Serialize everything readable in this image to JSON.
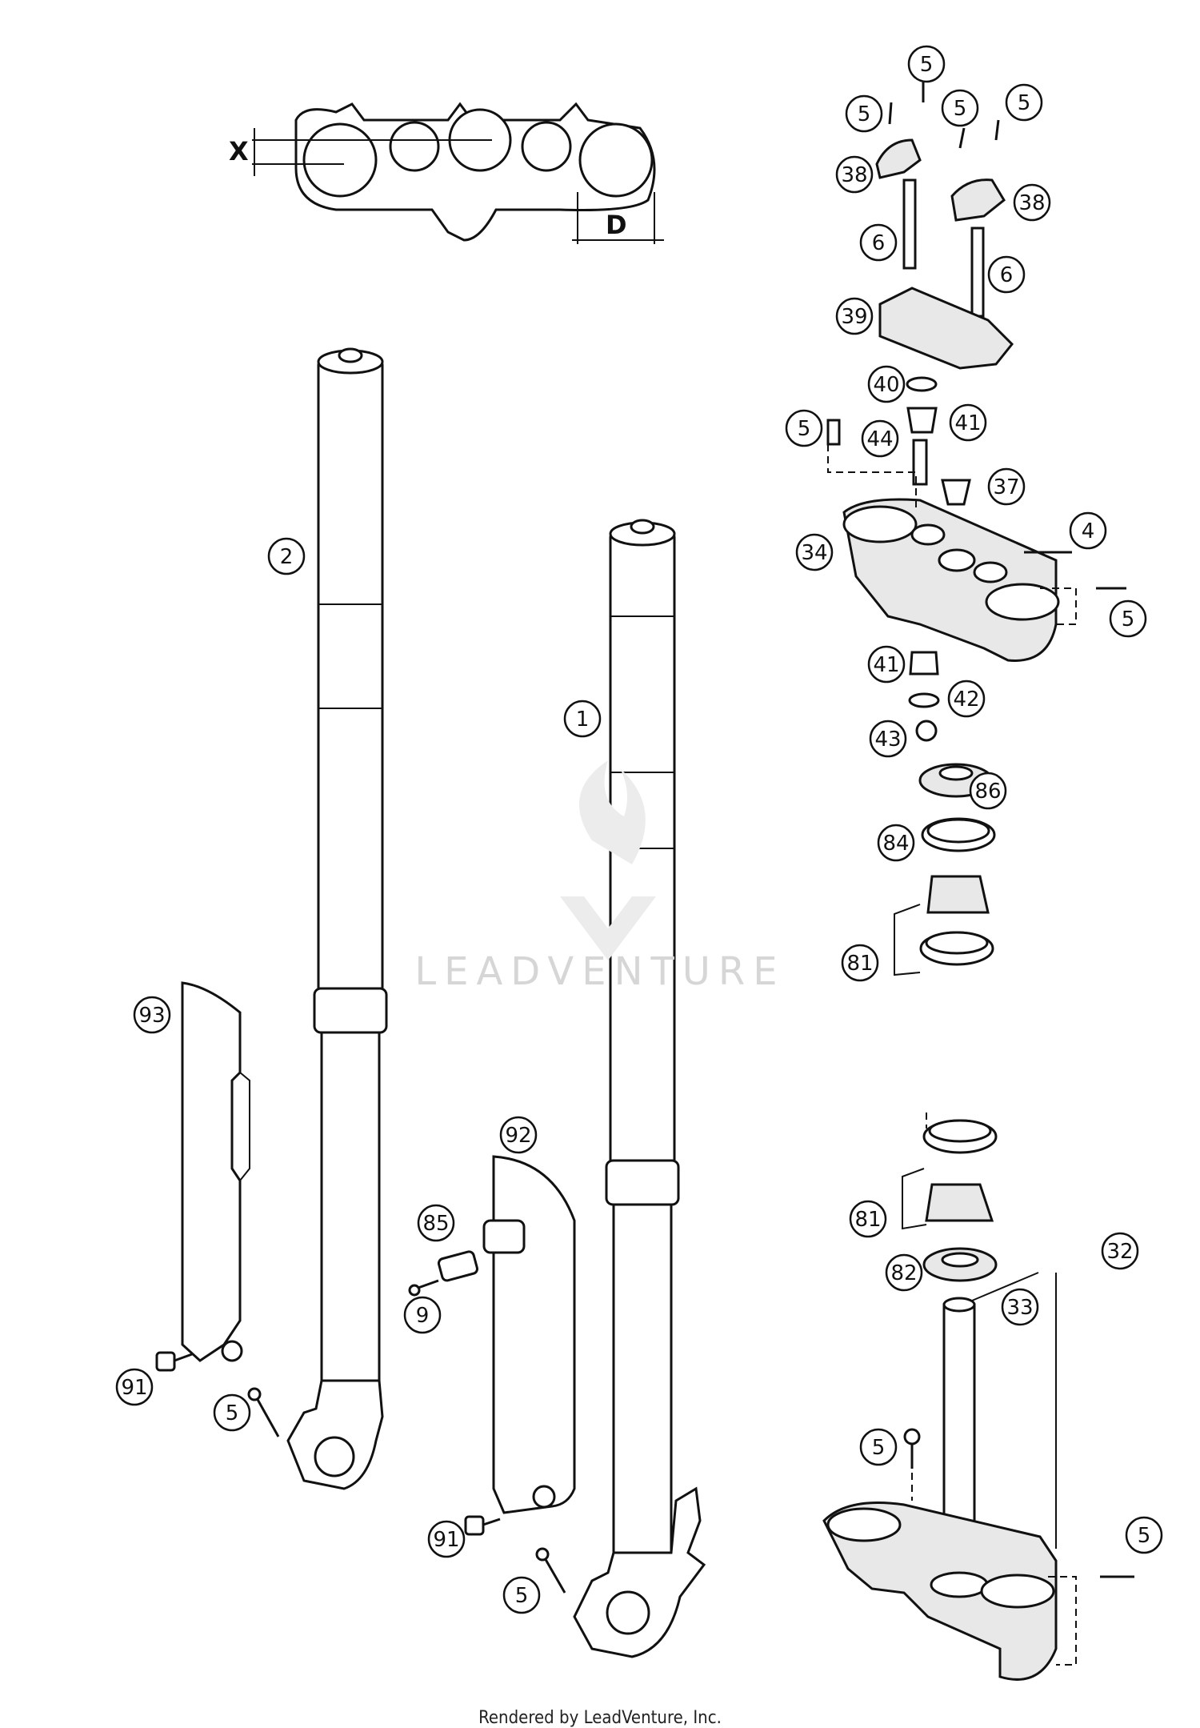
{
  "watermark": "LEADVENTURE",
  "footer": "Rendered by LeadVenture, Inc.",
  "dimensions": {
    "x": "X",
    "d": "D"
  },
  "callouts": [
    "5",
    "5",
    "5",
    "5",
    "38",
    "38",
    "6",
    "6",
    "39",
    "40",
    "41",
    "5",
    "44",
    "37",
    "4",
    "34",
    "5",
    "41",
    "42",
    "43",
    "86",
    "84",
    "81",
    "2",
    "1",
    "93",
    "92",
    "85",
    "9",
    "91",
    "5",
    "91",
    "5",
    "81",
    "82",
    "32",
    "33",
    "5",
    "5"
  ]
}
